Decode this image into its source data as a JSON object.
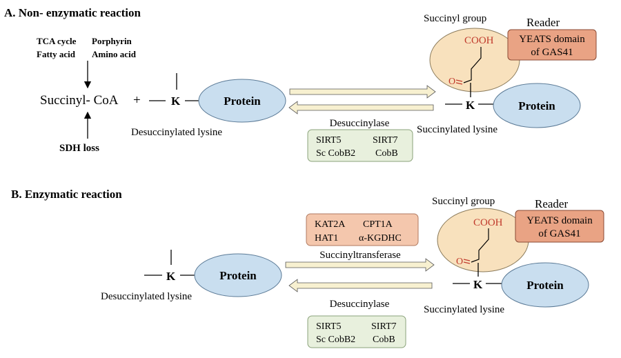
{
  "colors": {
    "protein_fill": "#c9deef",
    "succinyl_fill": "#f8e1bd",
    "reader_fill": "#e9a384",
    "transferase_fill": "#f4c7ad",
    "desuccinylase_fill": "#e8f0dd",
    "cooh_color": "#c0392b",
    "arrow_fill": "#f7f0d0"
  },
  "panel_a": {
    "title": "A. Non- enzymatic reaction",
    "sources": {
      "tca": "TCA cycle",
      "porphyrin": "Porphyrin",
      "fatty_acid": "Fatty acid",
      "amino_acid": "Amino acid"
    },
    "succinyl_coa": "Succinyl- CoA",
    "plus": "+",
    "sdh_loss": "SDH loss",
    "lysine_k": "K",
    "protein": "Protein",
    "desuccinylated_lysine": "Desuccinylated lysine",
    "desuccinylase_label": "Desuccinylase",
    "enzymes": {
      "sirt5": "SIRT5",
      "sirt7": "SIRT7",
      "sc_cobb2": "Sc CobB2",
      "cobb": "CobB"
    },
    "succinyl_group": "Succinyl group",
    "cooh": "COOH",
    "oxygen": "O",
    "reader_label": "Reader",
    "reader_box_line1": "YEATS domain",
    "reader_box_line2": "of GAS41",
    "succinylated_lysine": "Succinylated lysine",
    "product_k": "K",
    "product_protein": "Protein"
  },
  "panel_b": {
    "title": "B. Enzymatic reaction",
    "transferases": {
      "kat2a": "KAT2A",
      "cpt1a": "CPT1A",
      "hat1": "HAT1",
      "akgdhc": "α-KGDHC"
    },
    "succinyltransferase_label": "Succinyltransferase",
    "lysine_k": "K",
    "protein": "Protein",
    "desuccinylated_lysine": "Desuccinylated lysine",
    "desuccinylase_label": "Desuccinylase",
    "enzymes": {
      "sirt5": "SIRT5",
      "sirt7": "SIRT7",
      "sc_cobb2": "Sc CobB2",
      "cobb": "CobB"
    },
    "succinyl_group": "Succinyl group",
    "cooh": "COOH",
    "oxygen": "O",
    "reader_label": "Reader",
    "reader_box_line1": "YEATS domain",
    "reader_box_line2": "of GAS41",
    "succinylated_lysine": "Succinylated lysine",
    "product_k": "K",
    "product_protein": "Protein"
  }
}
